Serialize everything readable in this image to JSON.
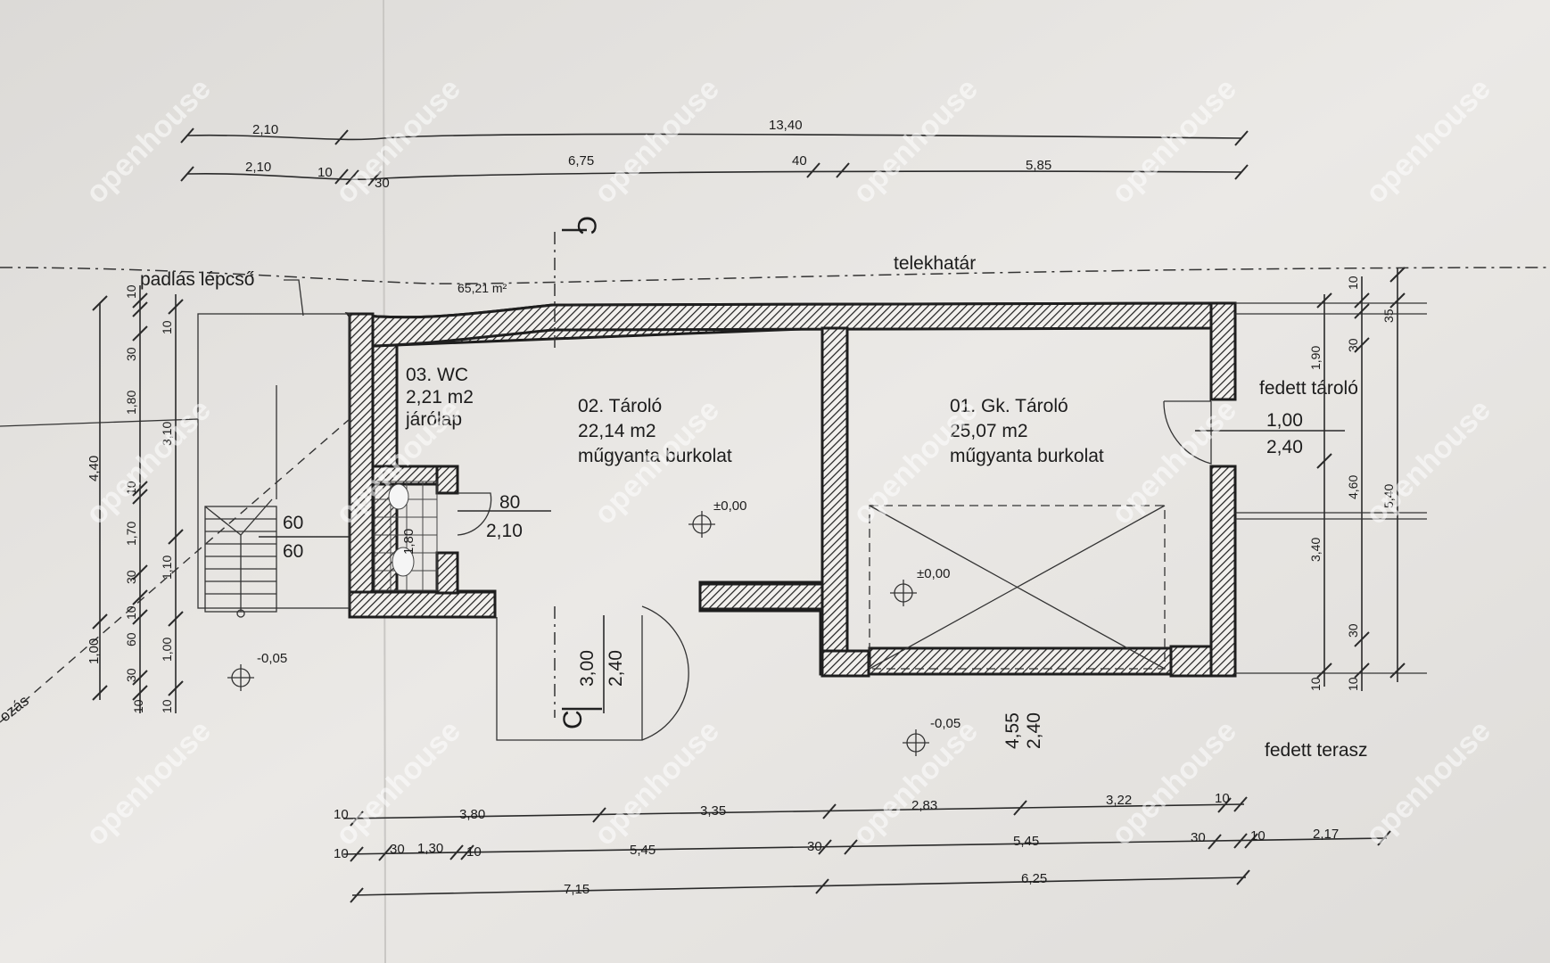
{
  "labels": {
    "padlas": "padlás lépcső",
    "telekhatar": "telekhatár",
    "area_total": "65,21 m²",
    "fedett_tarolo": "fedett tároló",
    "fedett_terasz": "fedett terasz",
    "section_mark": "C",
    "ozas": "ozás"
  },
  "rooms": {
    "wc": {
      "name": "03. WC",
      "area": "2,21 m2",
      "floor": "járólap"
    },
    "storage": {
      "name": "02. Tároló",
      "area": "22,14 m2",
      "floor": "műgyanta burkolat"
    },
    "garage": {
      "name": "01. Gk. Tároló",
      "area": "25,07 m2",
      "floor": "műgyanta burkolat"
    }
  },
  "levels": {
    "storage": "±0,00",
    "garage": "±0,00",
    "left": "-0,05",
    "front": "-0,05"
  },
  "dimensions": {
    "top1": [
      "2,10",
      "13,40"
    ],
    "top2": [
      "2,10",
      "10",
      "30",
      "6,75",
      "40",
      "5,85"
    ],
    "bottom1": [
      "10",
      "3,80",
      "3,35",
      "2,83",
      "3,22",
      "10"
    ],
    "bottom2": [
      "10",
      "30",
      "1,30",
      "10",
      "5,45",
      "30",
      "5,45",
      "30",
      "10",
      "2,17"
    ],
    "bottom3": [
      "7,15",
      "6,25"
    ],
    "left_outer": [
      "4,40",
      "1,00"
    ],
    "left_mid": [
      "10",
      "30",
      "1,80",
      "10",
      "1,70",
      "30",
      "10",
      "60",
      "30",
      "10"
    ],
    "left_inner": [
      "10",
      "3,10",
      "1,10",
      "1,00",
      "10"
    ],
    "right_col1": [
      "1,90",
      "3,40",
      "10"
    ],
    "right_col2": [
      "10",
      "30",
      "4,60",
      "30",
      "10"
    ],
    "right_col3": [
      "35",
      "5,40"
    ],
    "door_wc": [
      "80",
      "2,10"
    ],
    "wc_small": [
      "60",
      "60",
      "1,80"
    ],
    "storage_door": [
      "3,00",
      "2,40"
    ],
    "garage_door": [
      "4,55",
      "2,40"
    ],
    "side_door": [
      "1,00",
      "2,40"
    ]
  },
  "watermark": "openhouse"
}
